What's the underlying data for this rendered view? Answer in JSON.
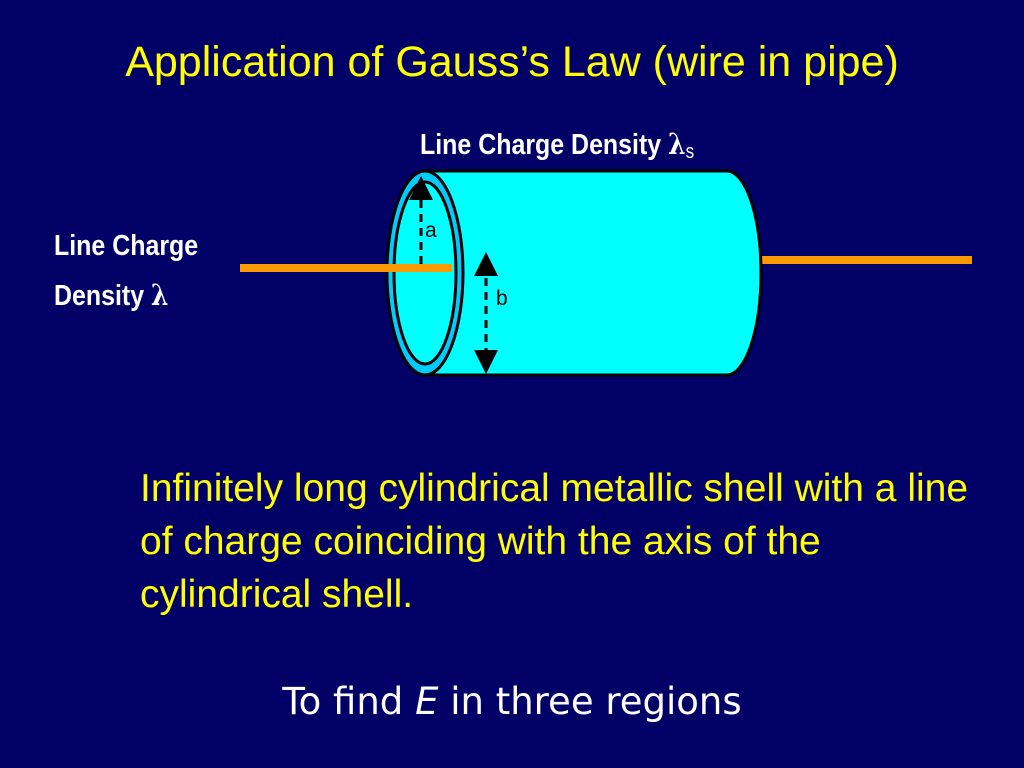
{
  "slide": {
    "title": "Application of Gauss’s Law (wire in pipe)",
    "shell_label": {
      "text": "Line Charge Density ",
      "symbol": "λ",
      "subscript": "s"
    },
    "line_label": {
      "line1": "Line Charge",
      "line2_text": "Density ",
      "symbol": "λ"
    },
    "radius_inner_label": "a",
    "radius_outer_label": "b",
    "body": "Infinitely long cylindrical metallic shell with a line of charge coinciding with the axis of the cylindrical shell.",
    "subtitle": {
      "before": "To find ",
      "variable": "E",
      "after": " in three regions"
    }
  },
  "colors": {
    "background": "#000066",
    "title": "#ffff00",
    "label": "#ffffff",
    "cylinder_fill": "#00ffff",
    "cylinder_end": "#00ccff",
    "wire": "#ff9900"
  }
}
